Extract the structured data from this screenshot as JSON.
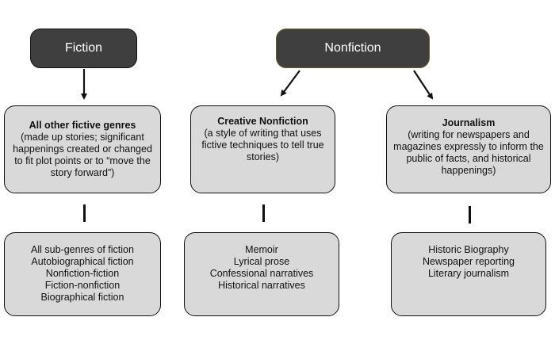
{
  "top": {
    "fiction_label": "Fiction",
    "nonfiction_label": "Nonfiction"
  },
  "columns": [
    {
      "title": "All other fictive genres",
      "description": "(made up stories; significant happenings created or changed to fit plot points or to “move the story forward”)",
      "items": [
        "All sub-genres of fiction",
        "Autobiographical fiction",
        "Nonfiction-fiction",
        "Fiction-nonfiction",
        "Biographical fiction"
      ]
    },
    {
      "title": "Creative Nonfiction",
      "description": "(a style of writing that uses fictive techniques to tell true stories)",
      "items": [
        "Memoir",
        "Lyrical prose",
        "Confessional narratives",
        "Historical narratives"
      ]
    },
    {
      "title": "Journalism",
      "description": "(writing for newspapers and magazines expressly to inform the public of facts, and historical happenings)",
      "items": [
        "Historic Biography",
        "Newspaper reporting",
        "Literary journalism"
      ]
    }
  ]
}
